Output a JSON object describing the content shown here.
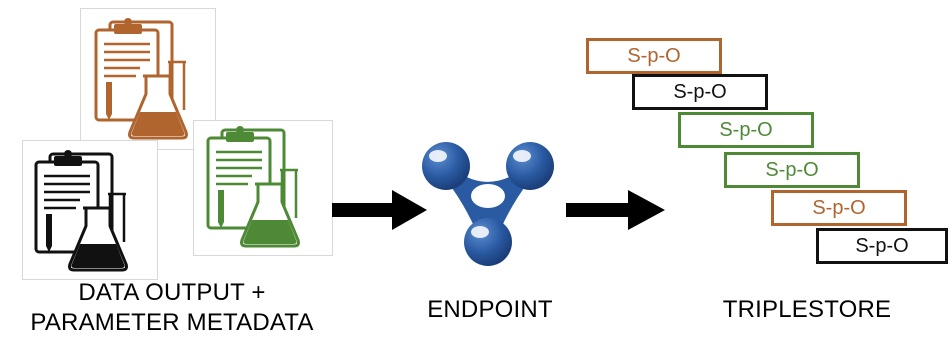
{
  "colors": {
    "brown": "#b0652f",
    "green": "#4e8a35",
    "black": "#111111",
    "endpoint_blue": "#2a5aa2"
  },
  "sources": {
    "caption_line1": "DATA OUTPUT +",
    "caption_line2": "PARAMETER METADATA",
    "icons": [
      {
        "name": "clipboard-flask-icon",
        "color": "brown"
      },
      {
        "name": "clipboard-flask-icon",
        "color": "black"
      },
      {
        "name": "clipboard-flask-icon",
        "color": "green"
      }
    ]
  },
  "endpoint": {
    "caption": "ENDPOINT",
    "icon": "sparql-endpoint-icon"
  },
  "triplestore": {
    "caption": "TRIPLESTORE",
    "triples": [
      {
        "label": "S-p-O",
        "color": "brown"
      },
      {
        "label": "S-p-O",
        "color": "black"
      },
      {
        "label": "S-p-O",
        "color": "green"
      },
      {
        "label": "S-p-O",
        "color": "green"
      },
      {
        "label": "S-p-O",
        "color": "brown"
      },
      {
        "label": "S-p-O",
        "color": "black"
      }
    ]
  },
  "arrows": [
    {
      "name": "arrow-to-endpoint-icon"
    },
    {
      "name": "arrow-to-triplestore-icon"
    }
  ]
}
